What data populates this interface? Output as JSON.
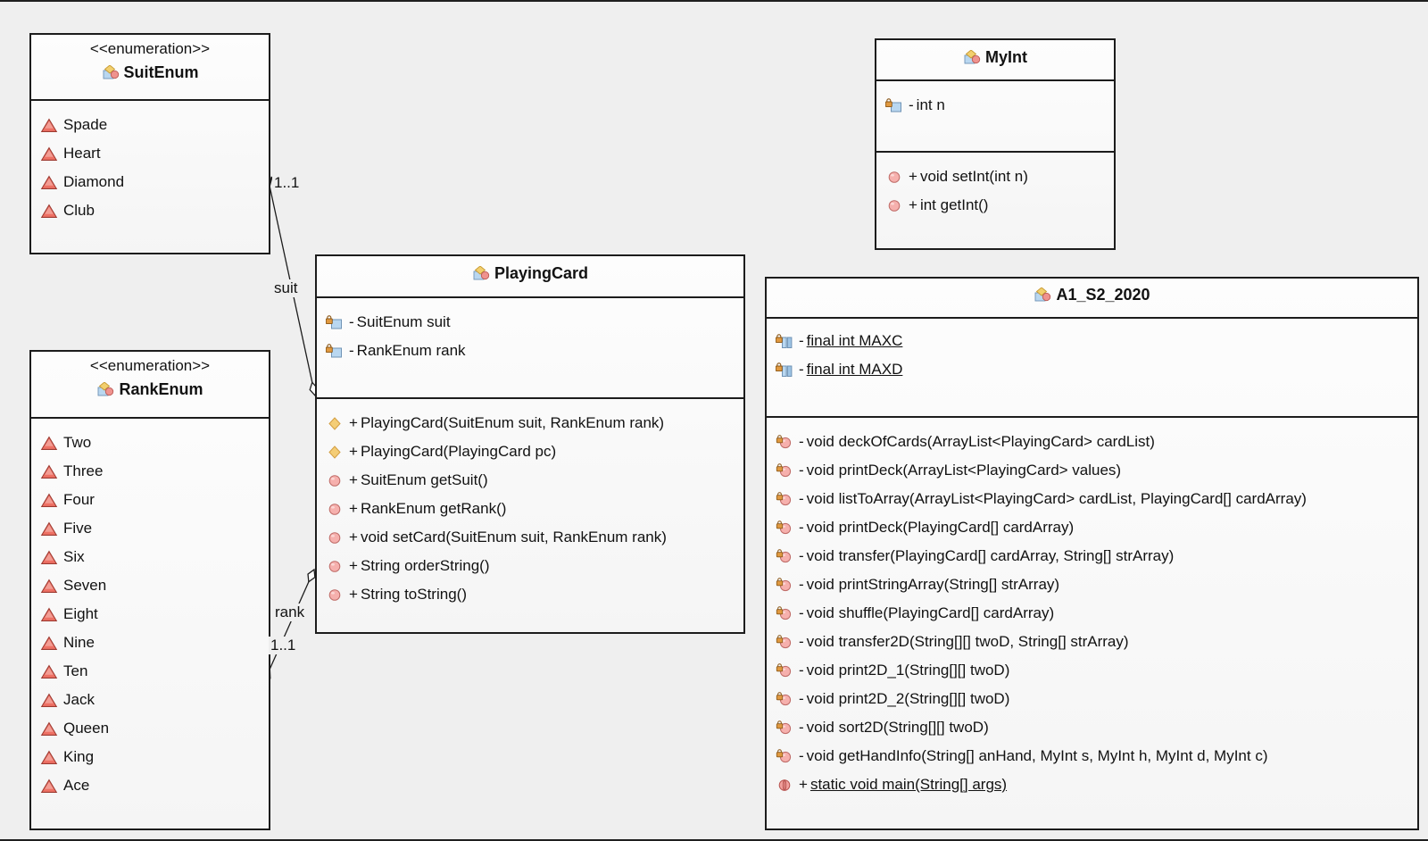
{
  "diagram": {
    "type": "uml-class-diagram",
    "palette": {
      "canvas_bg": "#efefef",
      "box_border": "#1c1c1c",
      "enum_literal_red": "#ee7165",
      "field_blue": "#b9d7f0",
      "method_pink": "#f6b0ad",
      "constructor_yellow": "#f4cd76",
      "lock_orange": "#e09940"
    }
  },
  "classes": [
    {
      "stereotype": "<<enumeration>>",
      "name": "SuitEnum",
      "literals": [
        "Spade",
        "Heart",
        "Diamond",
        "Club"
      ]
    },
    {
      "stereotype": "<<enumeration>>",
      "name": "RankEnum",
      "literals": [
        "Two",
        "Three",
        "Four",
        "Five",
        "Six",
        "Seven",
        "Eight",
        "Nine",
        "Ten",
        "Jack",
        "Queen",
        "King",
        "Ace"
      ]
    },
    {
      "name": "PlayingCard",
      "fields": [
        {
          "prefix": "-",
          "text": "SuitEnum suit"
        },
        {
          "prefix": "-",
          "text": "RankEnum rank"
        }
      ],
      "methods": [
        {
          "prefix": "+",
          "text": "PlayingCard(SuitEnum suit, RankEnum rank)"
        },
        {
          "prefix": "+",
          "text": "PlayingCard(PlayingCard pc)"
        },
        {
          "prefix": "+",
          "text": "SuitEnum getSuit()"
        },
        {
          "prefix": "+",
          "text": "RankEnum getRank()"
        },
        {
          "prefix": "+",
          "text": "void setCard(SuitEnum suit, RankEnum rank)"
        },
        {
          "prefix": "+",
          "text": "String orderString()"
        },
        {
          "prefix": "+",
          "text": "String toString()"
        }
      ]
    },
    {
      "name": "MyInt",
      "fields": [
        {
          "prefix": "-",
          "text": "int n"
        }
      ],
      "methods": [
        {
          "prefix": "+",
          "text": "void setInt(int n)"
        },
        {
          "prefix": "+",
          "text": "int getInt()"
        }
      ]
    },
    {
      "name": "A1_S2_2020",
      "fields": [
        {
          "prefix": "-",
          "text": "final int MAXC"
        },
        {
          "prefix": "-",
          "text": "final int MAXD"
        }
      ],
      "methods": [
        {
          "prefix": "-",
          "text": "void deckOfCards(ArrayList<PlayingCard> cardList)"
        },
        {
          "prefix": "-",
          "text": "void printDeck(ArrayList<PlayingCard> values)"
        },
        {
          "prefix": "-",
          "text": "void listToArray(ArrayList<PlayingCard> cardList, PlayingCard[] cardArray)"
        },
        {
          "prefix": "-",
          "text": "void printDeck(PlayingCard[] cardArray)"
        },
        {
          "prefix": "-",
          "text": "void transfer(PlayingCard[] cardArray, String[] strArray)"
        },
        {
          "prefix": "-",
          "text": "void printStringArray(String[] strArray)"
        },
        {
          "prefix": "-",
          "text": "void shuffle(PlayingCard[] cardArray)"
        },
        {
          "prefix": "-",
          "text": "void transfer2D(String[][] twoD, String[] strArray)"
        },
        {
          "prefix": "-",
          "text": "void print2D_1(String[][] twoD)"
        },
        {
          "prefix": "-",
          "text": "void print2D_2(String[][] twoD)"
        },
        {
          "prefix": "-",
          "text": "void sort2D(String[][] twoD)"
        },
        {
          "prefix": "-",
          "text": "void getHandInfo(String[] anHand, MyInt s, MyInt h, MyInt d, MyInt c)"
        },
        {
          "prefix": "+",
          "text": "static void main(String[] args)"
        }
      ]
    }
  ],
  "relations": [
    {
      "label": "suit",
      "multiplicity": "1..1",
      "from": "PlayingCard",
      "to": "SuitEnum"
    },
    {
      "label": "rank",
      "multiplicity": "1..1",
      "from": "PlayingCard",
      "to": "RankEnum"
    }
  ]
}
